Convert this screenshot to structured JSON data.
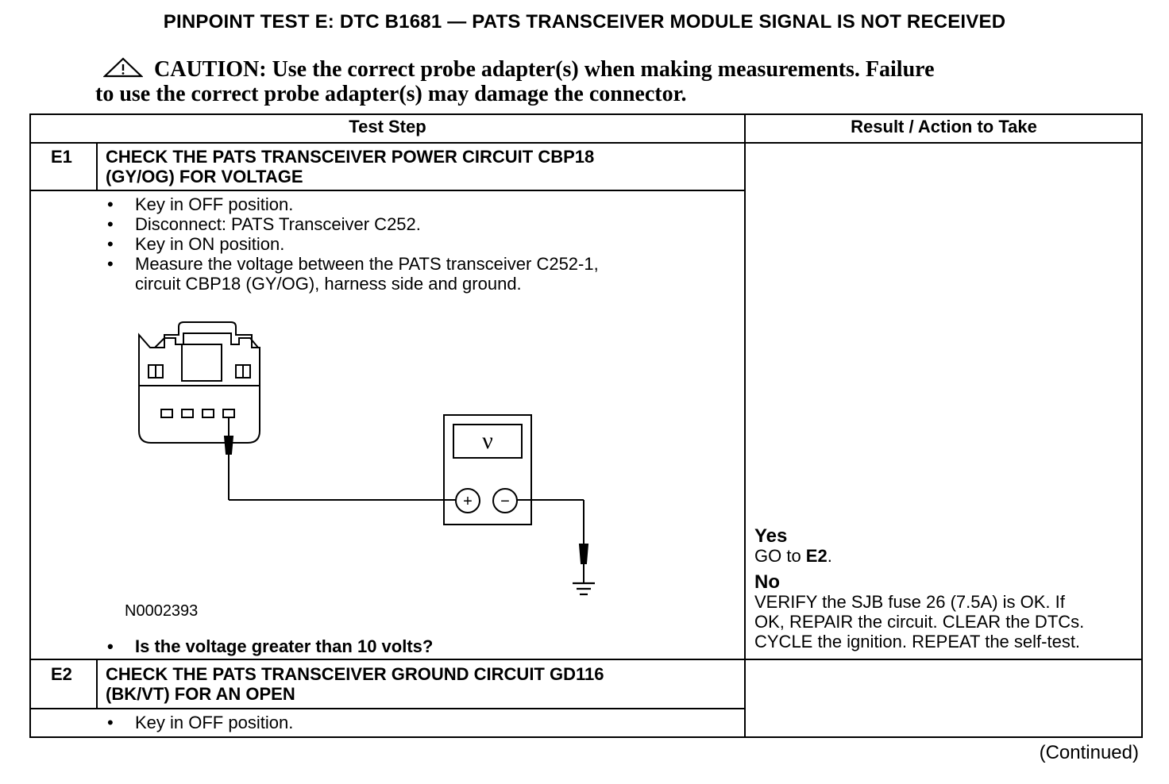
{
  "title": "PINPOINT TEST E: DTC B1681 — PATS TRANSCEIVER MODULE SIGNAL IS NOT RECEIVED",
  "caution": {
    "icon": "warning-triangle-icon",
    "label": "CAUTION:",
    "text_line1": "Use the correct probe adapter(s) when making measurements. Failure",
    "text_line2": "to use the correct probe adapter(s) may damage the connector."
  },
  "table": {
    "headers": {
      "test_step": "Test Step",
      "result": "Result / Action to Take"
    },
    "steps": [
      {
        "id": "E1",
        "heading_line1": "CHECK THE PATS TRANSCEIVER POWER CIRCUIT CBP18",
        "heading_line2": "(GY/OG) FOR VOLTAGE",
        "bullets": [
          "Key in OFF position.",
          "Disconnect: PATS Transceiver C252.",
          "Key in ON position.",
          "Measure the voltage between the PATS transceiver C252-1,",
          "circuit CBP18 (GY/OG), harness side and ground."
        ],
        "figure": {
          "meter_symbol": "ν",
          "plus": "+",
          "minus": "−",
          "id": "N0002393"
        },
        "question": "Is the voltage greater than 10 volts?",
        "results": {
          "yes_label": "Yes",
          "yes_action_prefix": "GO to ",
          "yes_action_target": "E2",
          "yes_action_suffix": ".",
          "no_label": "No",
          "no_action_line1": "VERIFY the SJB fuse 26 (7.5A) is OK. If",
          "no_action_line2": "OK, REPAIR the circuit. CLEAR the DTCs.",
          "no_action_line3": "CYCLE the ignition. REPEAT the self-test."
        }
      },
      {
        "id": "E2",
        "heading_line1": "CHECK THE PATS TRANSCEIVER GROUND CIRCUIT GD116",
        "heading_line2": "(BK/VT) FOR AN OPEN",
        "bullets": [
          "Key in OFF position."
        ]
      }
    ]
  },
  "footer": {
    "continued": "(Continued)"
  }
}
